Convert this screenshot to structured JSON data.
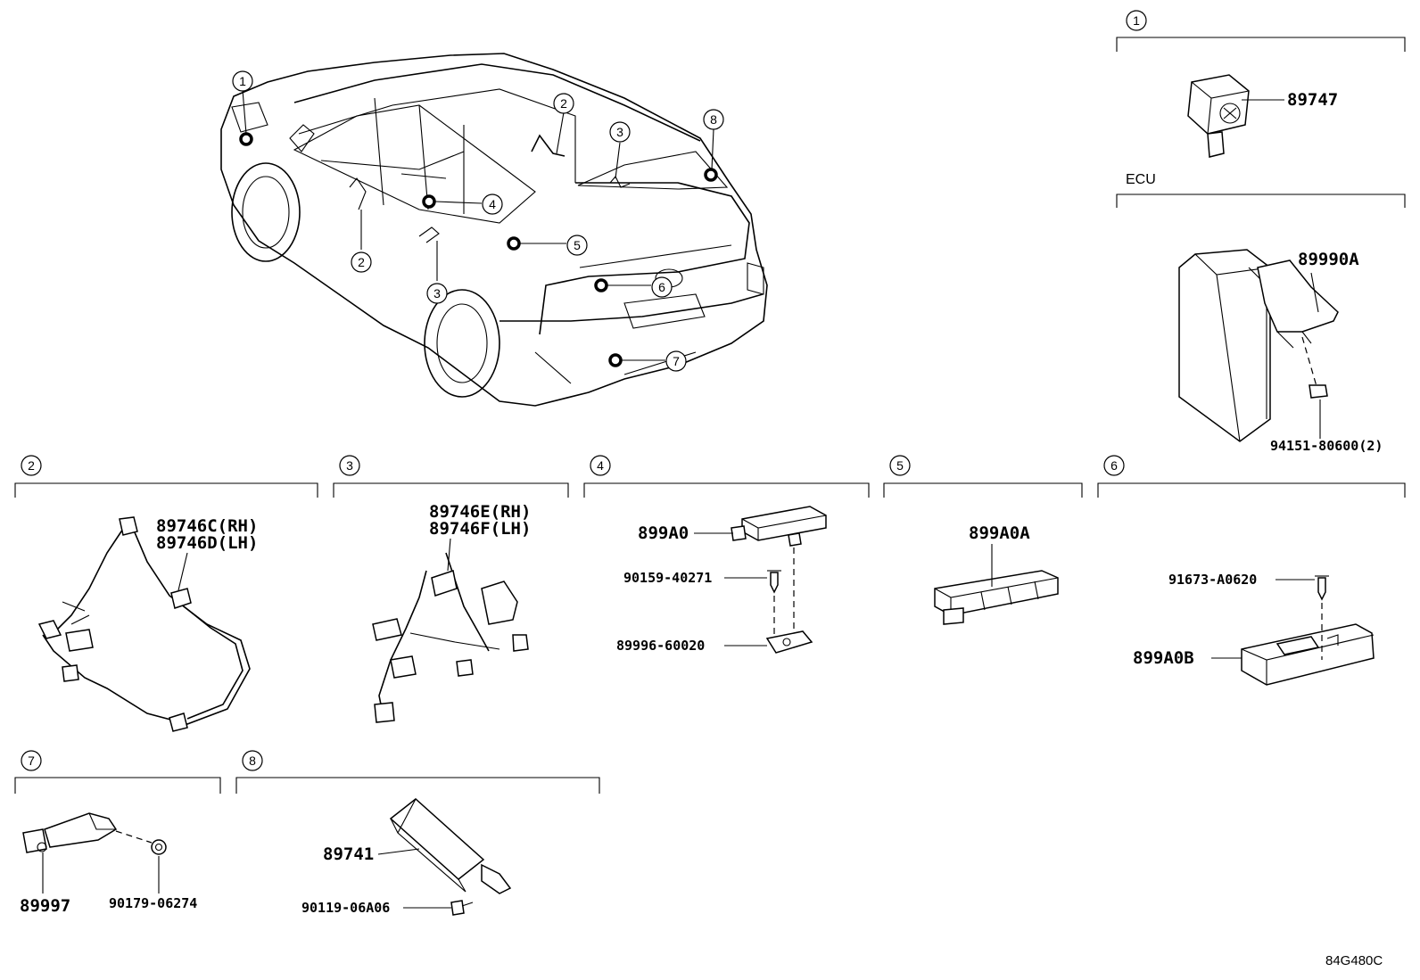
{
  "drawing": {
    "code": "84G480C",
    "ecu_label": "ECU"
  },
  "callouts": {
    "c1": "1",
    "c2": "2",
    "c3": "3",
    "c4": "4",
    "c5": "5",
    "c6": "6",
    "c7": "7",
    "c8": "8"
  },
  "parts": {
    "p89747": "89747",
    "p89990A": "89990A",
    "p94151": "94151-80600(2)",
    "p89746C": "89746C(RH)",
    "p89746D": "89746D(LH)",
    "p89746E": "89746E(RH)",
    "p89746F": "89746F(LH)",
    "p899A0": "899A0",
    "p90159": "90159-40271",
    "p89996": "89996-60020",
    "p899A0A": "899A0A",
    "p91673": "91673-A0620",
    "p899A0B": "899A0B",
    "p89997": "89997",
    "p90179": "90179-06274",
    "p89741": "89741",
    "p90119": "90119-06A06"
  }
}
